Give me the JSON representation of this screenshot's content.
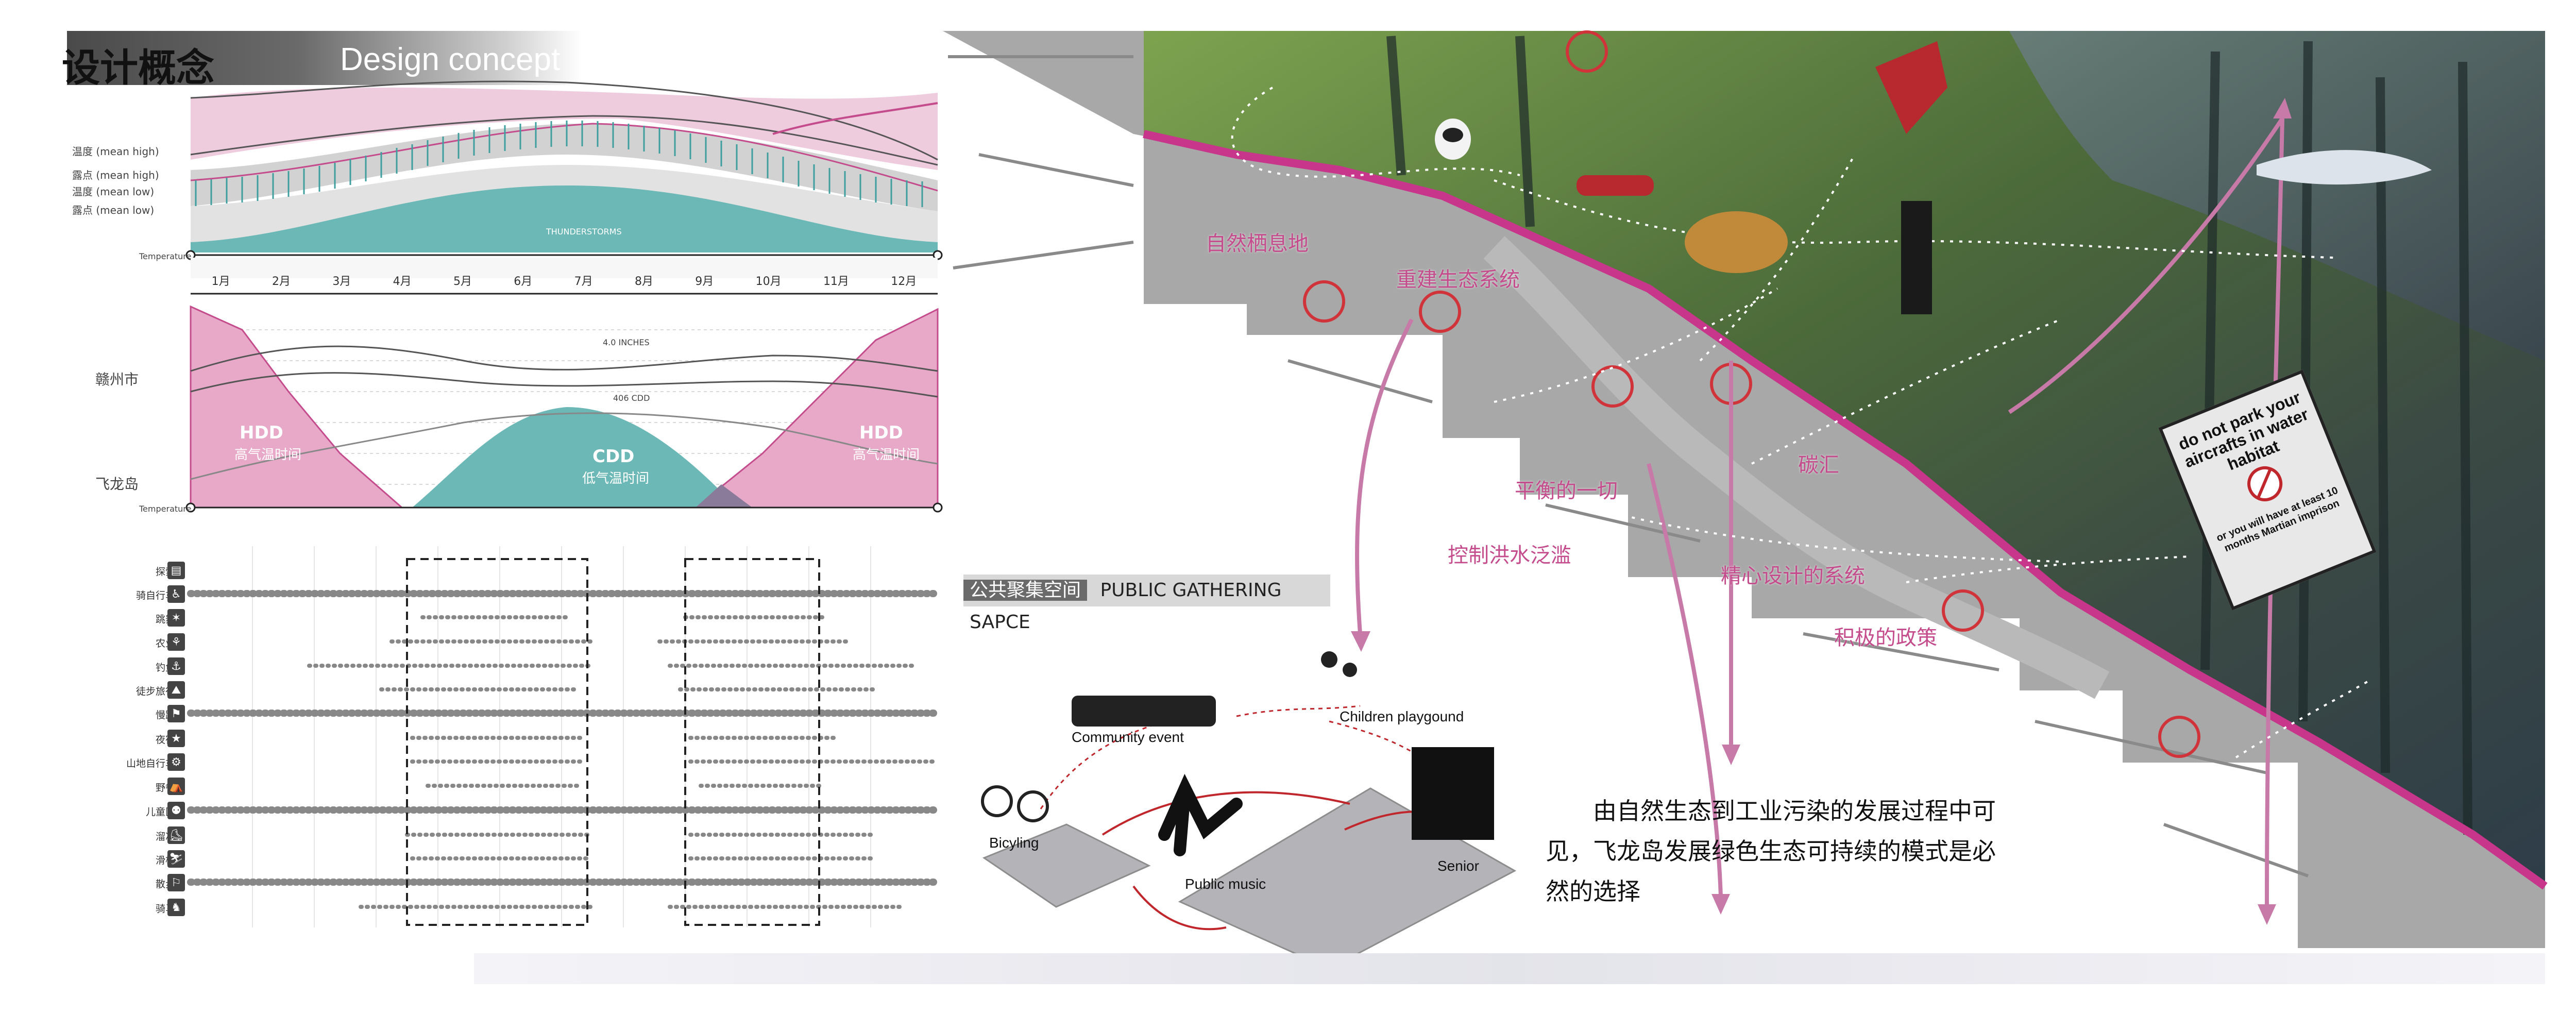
{
  "header": {
    "title_cn": "设计概念",
    "title_en": "Design concept"
  },
  "climate_chart": {
    "row_labels": [
      {
        "cn": "温度",
        "en": "(mean high)"
      },
      {
        "cn": "露点",
        "en": "(mean high)"
      },
      {
        "cn": "温度",
        "en": "(mean low)"
      },
      {
        "cn": "露点",
        "en": "(mean low)"
      }
    ],
    "inner_labels": [
      "THUNDERSTORMS"
    ],
    "axis_name": "Temperature",
    "months": [
      "1月",
      "2月",
      "3月",
      "4月",
      "5月",
      "6月",
      "7月",
      "8月",
      "9月",
      "10月",
      "11月",
      "12月"
    ]
  },
  "degree_chart": {
    "side_labels": [
      "赣州市",
      "飞龙岛"
    ],
    "hdd_label": "HDD",
    "hdd_sub": "高气温时间",
    "cdd_label": "CDD",
    "cdd_sub": "低气温时间",
    "annot_inches": "4.0 INCHES",
    "annot_cdd": "406 CDD",
    "axis_name": "Temperature"
  },
  "activities": {
    "labels": [
      "探索",
      "骑自行车",
      "跳舞",
      "农业",
      "钓鱼",
      "徒步旅行",
      "慢跑",
      "夜宿",
      "山地自行车",
      "野餐",
      "儿童区",
      "溜冰",
      "滑板",
      "散步",
      "骑马"
    ],
    "icons": [
      "▤",
      "♿",
      "✶",
      "⚘",
      "⚓",
      "⛰",
      "⚑",
      "★",
      "⚙",
      "⛺",
      "⚉",
      "⛸",
      "⛷",
      "⚐",
      "♞"
    ]
  },
  "map_overlay": {
    "labels": [
      "自然栖息地",
      "重建生态系统",
      "平衡的一切",
      "控制洪水泛滥",
      "精心设计的系统",
      "积极的政策",
      "碳汇"
    ],
    "sign": {
      "line1": "do not park your aircrafts in water habitat",
      "line2": "or you will have at least 10 months Martian imprison"
    }
  },
  "gathering": {
    "title_cn": "公共聚集空间",
    "title_en": "PUBLIC GATHERING SAPCE",
    "labels": [
      "Community event",
      "Children playgound",
      "Bicyling",
      "Public music",
      "Senior"
    ]
  },
  "description": "由自然生态到工业污染的发展过程中可见，飞龙岛发展绿色生态可持续的模式是必然的选择",
  "colors": {
    "pink": "#c44c8c",
    "teal": "#5bb2b2",
    "map_gray": "#9a9a9a"
  }
}
